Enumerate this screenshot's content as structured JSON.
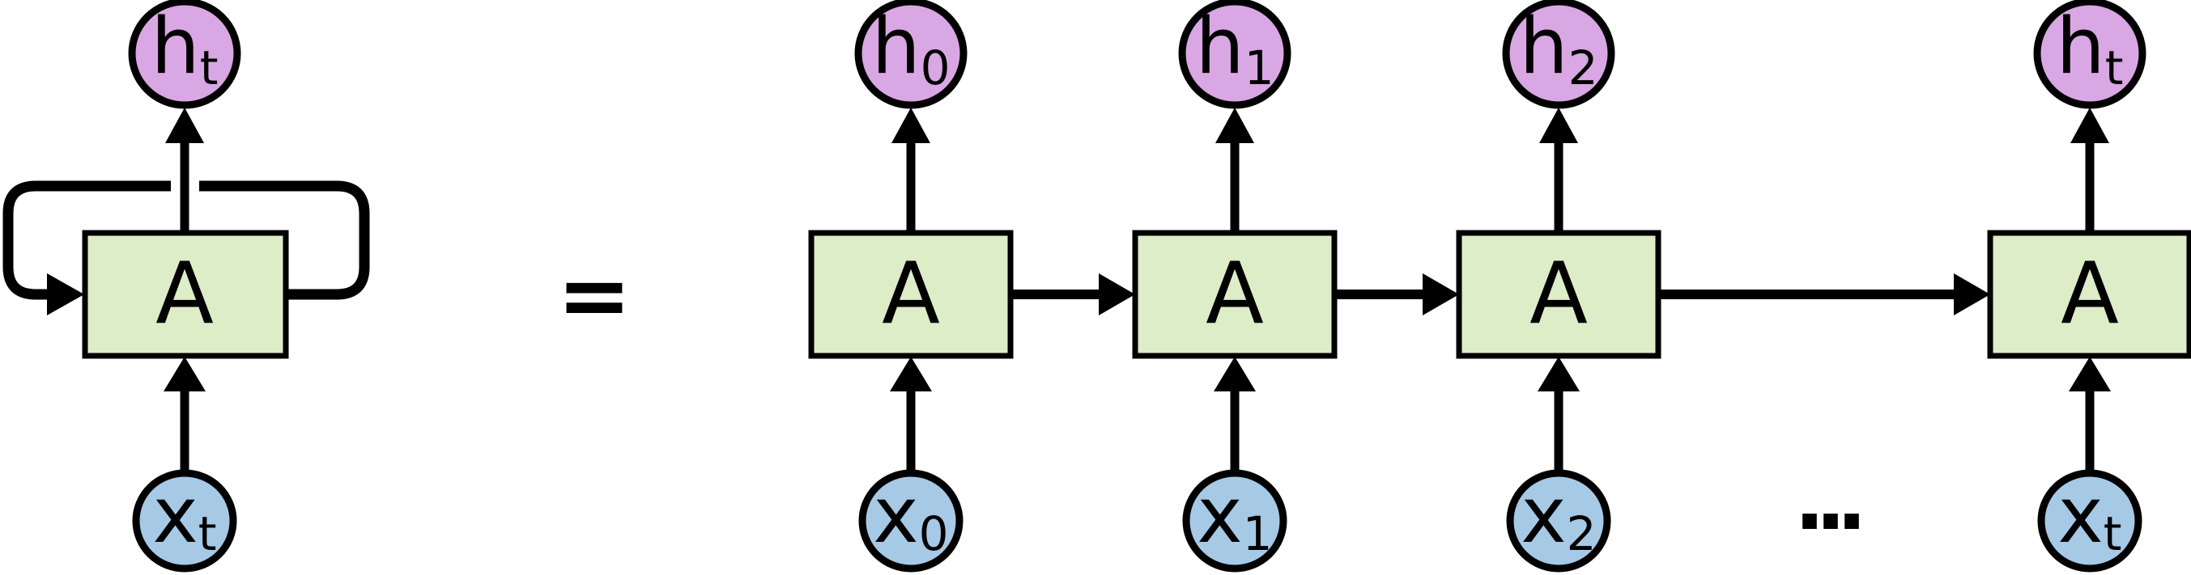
{
  "diagram": {
    "description": "Recurrent Neural Network rolled cell equals unrolled sequence",
    "equals": "=",
    "ellipsis": "...",
    "colors": {
      "hidden": "#d9a7e3",
      "cell": "#dcedc8",
      "input": "#a6c9e6",
      "stroke": "#000000"
    },
    "rolled": {
      "hidden": {
        "base": "h",
        "sub": "t"
      },
      "cell": "A",
      "input": {
        "base": "x",
        "sub": "t"
      }
    },
    "unrolled": [
      {
        "hidden": {
          "base": "h",
          "sub": "0"
        },
        "cell": "A",
        "input": {
          "base": "x",
          "sub": "0"
        }
      },
      {
        "hidden": {
          "base": "h",
          "sub": "1"
        },
        "cell": "A",
        "input": {
          "base": "x",
          "sub": "1"
        }
      },
      {
        "hidden": {
          "base": "h",
          "sub": "2"
        },
        "cell": "A",
        "input": {
          "base": "x",
          "sub": "2"
        }
      },
      {
        "hidden": {
          "base": "h",
          "sub": "t"
        },
        "cell": "A",
        "input": {
          "base": "x",
          "sub": "t"
        }
      }
    ]
  }
}
